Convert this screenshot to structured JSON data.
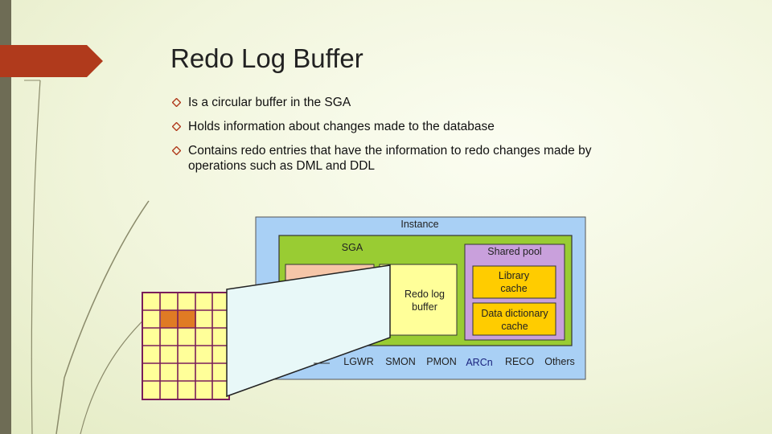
{
  "slide": {
    "title": "Redo Log Buffer",
    "bullets": [
      "Is a circular buffer in the SGA",
      "Holds information about changes made to the database",
      "Contains redo entries that have the information to redo changes made by operations such as DML and DDL"
    ]
  },
  "diagram": {
    "instance_label": "Instance",
    "sga_label": "SGA",
    "shared_pool_label": "Shared pool",
    "redo_log_buffer_label": "Redo log buffer",
    "library_cache_label": "Library cache",
    "data_dictionary_cache_label": "Data dictionary cache",
    "processes": [
      "LGWR",
      "SMON",
      "PMON",
      "ARCn",
      "RECO",
      "Others"
    ],
    "colors": {
      "instance": "#a9d0f5",
      "sga": "#99cc33",
      "shared_pool": "#c9a0dc",
      "caches": "#ffcc00",
      "redo_buffer": "#ffff99",
      "buffer_grid": "#ffff99",
      "grid_line": "#7a1e5a",
      "grid_highlight": "#e07b24",
      "panel": "#e8f8f8",
      "accent_red": "#b03a1c"
    }
  }
}
